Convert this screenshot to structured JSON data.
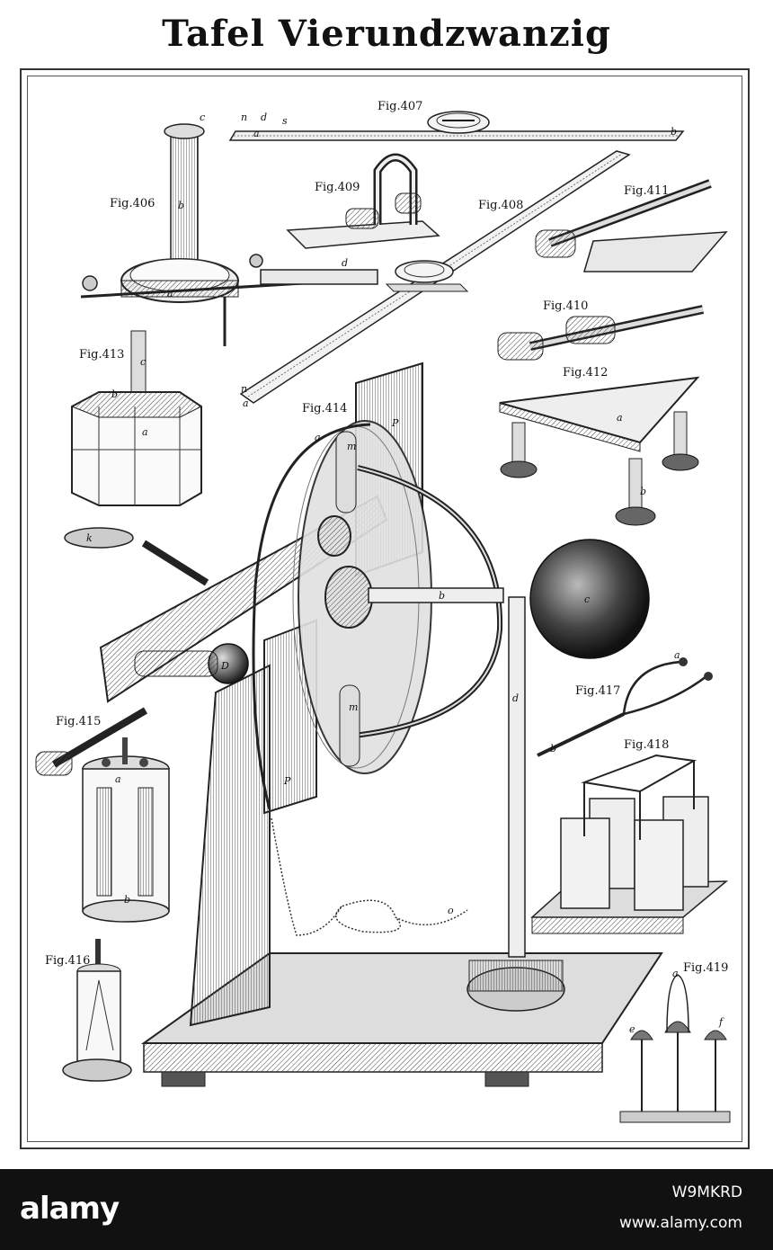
{
  "plate": {
    "title": "Tafel Vierundzwanzig"
  },
  "figures": {
    "f406": "Fig.406",
    "f407": "Fig.407",
    "f408": "Fig.408",
    "f409": "Fig.409",
    "f410": "Fig.410",
    "f411": "Fig.411",
    "f412": "Fig.412",
    "f413": "Fig.413",
    "f414": "Fig.414",
    "f415": "Fig.415",
    "f416": "Fig.416",
    "f417": "Fig.417",
    "f418": "Fig.418",
    "f419": "Fig.419"
  },
  "letters": {
    "a": "a",
    "b": "b",
    "c": "c",
    "d": "d",
    "e": "e",
    "f": "f",
    "k": "k",
    "m": "m",
    "n": "n",
    "o": "o",
    "p": "P",
    "s": "s",
    "D": "D"
  },
  "watermark": {
    "brand": "alamy",
    "image_id": "W9MKRD",
    "site": "www.alamy.com"
  },
  "icons": {
    "brand": "alamy-logo"
  }
}
